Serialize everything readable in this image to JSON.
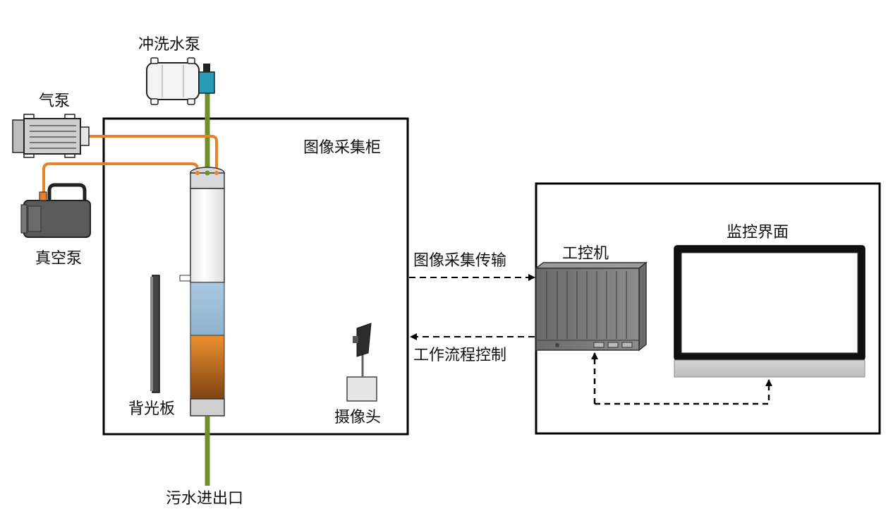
{
  "labels": {
    "flush_pump": "冲洗水泵",
    "air_pump": "气泵",
    "vacuum_pump": "真空泵",
    "cabinet": "图像采集柜",
    "backlight": "背光板",
    "camera": "摄像头",
    "sewage_port": "污水进出口",
    "ipc": "工控机",
    "monitor": "监控界面",
    "image_transfer": "图像采集传输",
    "workflow_control": "工作流程控制"
  },
  "colors": {
    "air_pipe": "#e8822a",
    "water_pipe": "#6e8f2c",
    "pump_head": "#2a9bb5",
    "clear_water": "#9dbfd9",
    "sludge_top": "#e8892a",
    "sludge_bottom": "#8a4a12",
    "ipc_body": "#7d7d7d",
    "frame": "#000000"
  }
}
